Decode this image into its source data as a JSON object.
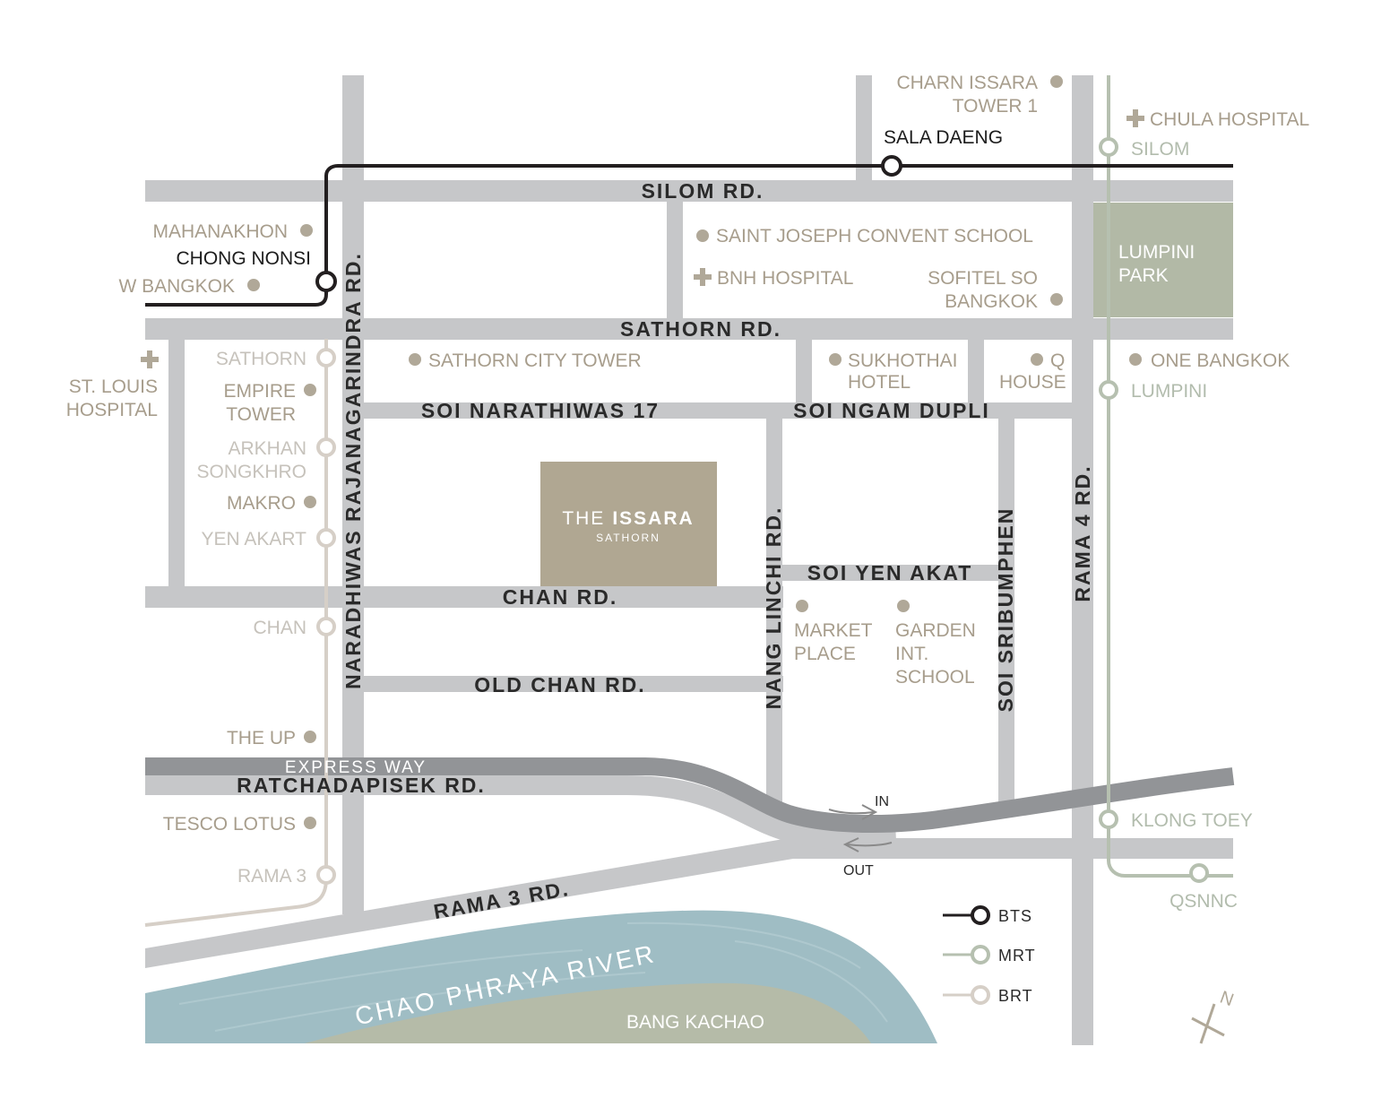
{
  "colors": {
    "road": "#c6c7c9",
    "expressway": "#929497",
    "bts": "#231f20",
    "mrt": "#b6c0b0",
    "brt": "#d6cfc7",
    "poi_dot": "#b0a898",
    "river": "#9fbdc4",
    "island": "#b5bba8",
    "park": "#b2b9a6",
    "project_box": "#b0a792"
  },
  "roads": {
    "silom": "SILOM RD.",
    "sathorn": "SATHORN RD.",
    "narathiwas": "NARADHIWAS RAJANAGARINDRA RD.",
    "rama4": "RAMA 4 RD.",
    "soi17": "SOI NARATHIWAS 17",
    "ngam_dupli": "SOI NGAM DUPLI",
    "chan": "CHAN RD.",
    "old_chan": "OLD CHAN RD.",
    "nang_linchi": "NANG LINCHI RD.",
    "yen_akat": "SOI YEN AKAT",
    "sribumphen": "SOI SRIBUMPHEN",
    "expressway": "EXPRESS WAY",
    "ratchadapisek": "RATCHADAPISEK RD.",
    "rama3": "RAMA 3 RD."
  },
  "bts_stations": {
    "sala_daeng": "SALA DAENG",
    "chong_nonsi": "CHONG NONSI"
  },
  "mrt_stations": {
    "silom": "SILOM",
    "lumpini": "LUMPINI",
    "klong_toey": "KLONG TOEY",
    "qsnnc": "QSNNC"
  },
  "brt_stations": {
    "sathorn": "SATHORN",
    "arkhan_1": "ARKHAN",
    "arkhan_2": "SONGKHRO",
    "yen_akart": "YEN AKART",
    "chan": "CHAN",
    "rama3": "RAMA 3"
  },
  "pois": {
    "charn_issara_1": "CHARN ISSARA",
    "charn_issara_2": "TOWER 1",
    "chula_hospital": "CHULA HOSPITAL",
    "mahanakhon": "MAHANAKHON",
    "w_bangkok": "W BANGKOK",
    "saint_joseph": "SAINT JOSEPH CONVENT SCHOOL",
    "bnh_hospital": "BNH HOSPITAL",
    "sofitel_1": "SOFITEL SO",
    "sofitel_2": "BANGKOK",
    "st_louis_1": "ST. LOUIS",
    "st_louis_2": "HOSPITAL",
    "empire_1": "EMPIRE",
    "empire_2": "TOWER",
    "makro": "MAKRO",
    "sathorn_city_tower": "SATHORN CITY TOWER",
    "sukhothai_1": "SUKHOTHAI",
    "sukhothai_2": "HOTEL",
    "q_house_1": "Q",
    "q_house_2": "HOUSE",
    "one_bangkok": "ONE BANGKOK",
    "market_1": "MARKET",
    "market_2": "PLACE",
    "garden_1": "GARDEN",
    "garden_2": "INT.",
    "garden_3": "SCHOOL",
    "the_up": "THE UP",
    "tesco_lotus": "TESCO LOTUS"
  },
  "areas": {
    "lumpini_1": "LUMPINI",
    "lumpini_2": "PARK",
    "river": "CHAO PHRAYA RIVER",
    "bang_kachao": "BANG KACHAO"
  },
  "project": {
    "name_light": "THE",
    "name_bold": "ISSARA",
    "sub": "SATHORN"
  },
  "expressway_ramps": {
    "in": "IN",
    "out": "OUT"
  },
  "legend": {
    "bts": "BTS",
    "mrt": "MRT",
    "brt": "BRT"
  },
  "compass": {
    "north": "N"
  }
}
